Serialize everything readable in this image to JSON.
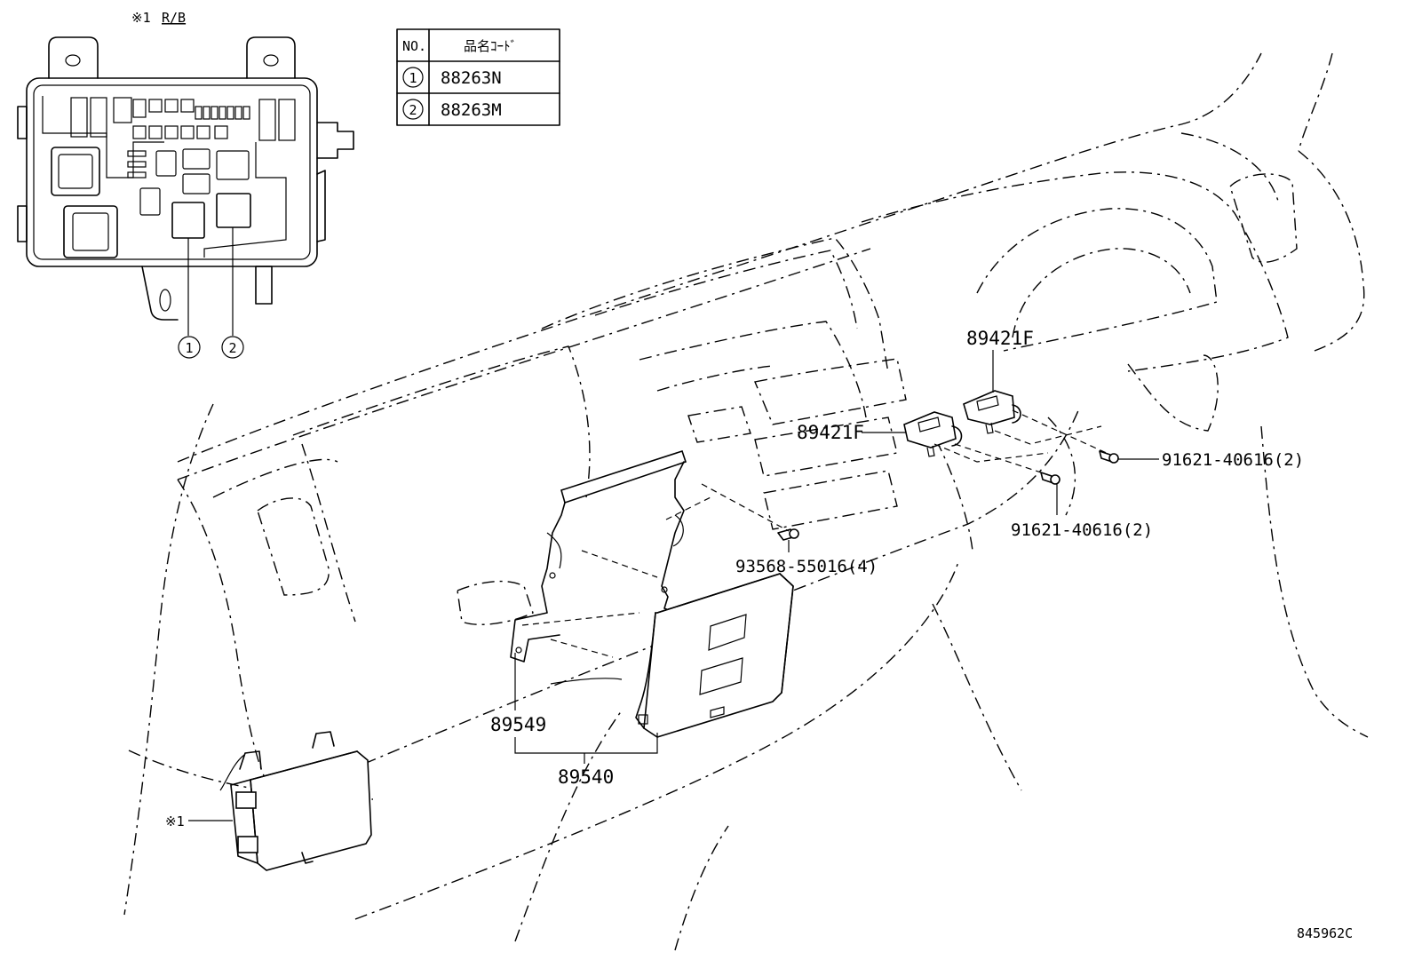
{
  "relay_block": {
    "note_mark": "※1",
    "name": "R/B"
  },
  "table": {
    "header_no": "NO.",
    "header_code": "品名ｺｰﾄﾞ",
    "rows": [
      {
        "no": "1",
        "code": "88263N"
      },
      {
        "no": "2",
        "code": "88263M"
      }
    ]
  },
  "callouts": {
    "c1": "1",
    "c2": "2",
    "sensor_upper": "89421F",
    "sensor_lower": "89421F",
    "bolt_right": "91621-40616(2)",
    "bolt_mid": "91621-40616(2)",
    "screw": "93568-55016(4)",
    "bracket": "89549",
    "ecu_assy": "89540",
    "rb_ref": "※1"
  },
  "catalog_number": "845962C"
}
